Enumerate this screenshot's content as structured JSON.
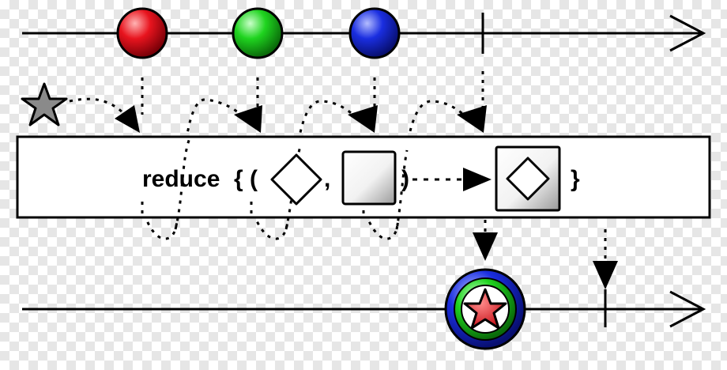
{
  "operator": {
    "keyword": "reduce",
    "open": "{ (",
    "comma": ",",
    "close_paren": ")",
    "close_brace": "}"
  },
  "input_marbles": [
    {
      "name": "red",
      "color": "#e8141e"
    },
    {
      "name": "green",
      "color": "#1fd41f"
    },
    {
      "name": "blue",
      "color": "#1a2ee0"
    }
  ],
  "seed": {
    "shape": "star",
    "color": "#8a8a8a"
  },
  "output_marble": {
    "shape": "star-in-rings",
    "star_color": "#e8141e",
    "rings": [
      "#1a2ee0",
      "#1fd41f"
    ]
  },
  "streams": {
    "input": "completes",
    "output": "emits once then completes"
  }
}
